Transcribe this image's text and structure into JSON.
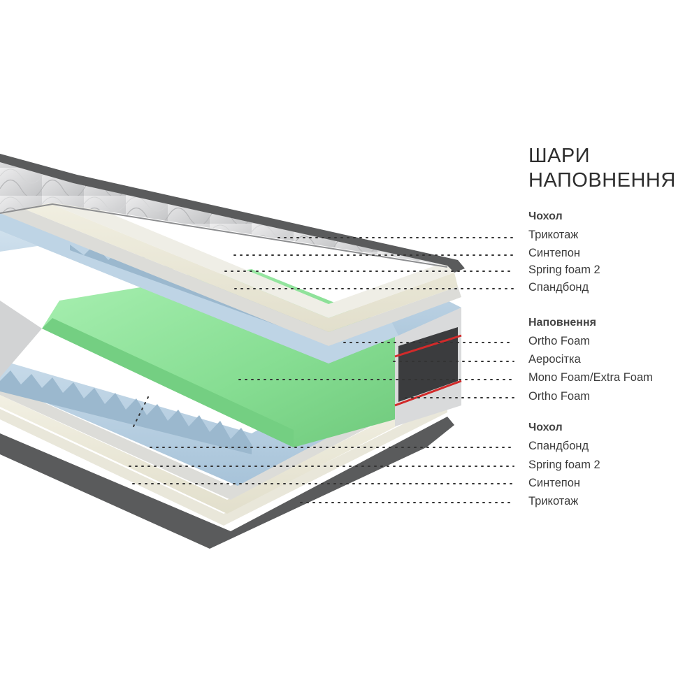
{
  "heading": {
    "line1": "ШАРИ",
    "line2": "НАПОВНЕННЯ"
  },
  "groups": [
    {
      "title": "Чохол",
      "items": [
        "Трикотаж",
        "Синтепон",
        "Spring foam 2",
        "Спандбонд"
      ]
    },
    {
      "title": "Наповнення",
      "items": [
        "Ortho Foam",
        "Аеросітка",
        "Mono Foam/Extra Foam",
        "Ortho Foam"
      ]
    },
    {
      "title": "Чохол",
      "items": [
        "Спандбонд",
        "Spring foam 2",
        "Синтепон",
        "Трикотаж"
      ]
    }
  ],
  "colors": {
    "cover": "#c7c8c9",
    "core_foam": "#8fe39a",
    "blue_foam": "#b3cde0",
    "spunbond": "#e4e4e0",
    "edge": "#5a5b5c",
    "red_stripe": "#d22a2a"
  }
}
